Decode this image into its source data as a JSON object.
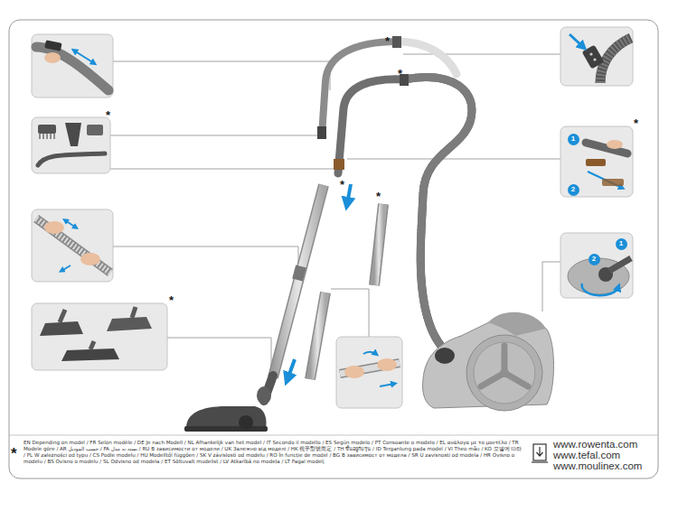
{
  "diagram": {
    "nodes": [
      {
        "text": [
          "1"
        ]
      },
      {
        "text": [
          "2"
        ]
      },
      {
        "text": [
          "1"
        ]
      },
      {
        "text": [
          "2"
        ]
      }
    ],
    "labels": [
      "*",
      "*",
      "*",
      "*",
      "*",
      "*",
      "*",
      "*",
      "EN Depending on model / FR Selon modèle / DE Je nach Modell / NL Afhankelijk van het model / IT Secondo il modello / ES Según modelo / PT Consoante o modelo / EL ανάλογα με το μοντέλο / TR Modele göre / AR حسب الموديل / FA بسته به مدل / RU В зависимости от модели / UK Залежно від моделі / HK 視乎型號而定 / TH ขึ้นอยู่กับรุ่น / ID Tergantung pada model / VI Theo mẫu / KO 모델에 따라 / PL W zależności od typu / CS Podle modelu / HU Modelltől függően / SK V závislosti od modelu / RO În funcție de model / BG В зависимост от модела / SR U zavisnosti od modela / HR Ovisno o modelu / BS Ovisno o modelu / SL Odvisno od modela / ET Sõltuvalt mudelist / LV Atkarībā no modeļa / LT Pagal modelį",
      "www.rowenta.com",
      "www.tefal.com",
      "www.moulinex.com"
    ]
  }
}
